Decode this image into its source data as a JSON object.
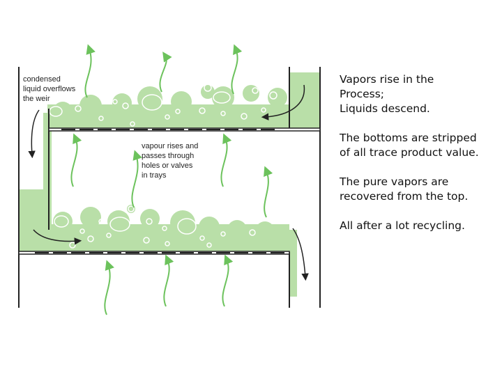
{
  "diagram": {
    "label_condensed": [
      "condensed",
      "liquid overflows",
      "the weir"
    ],
    "label_vapour": [
      "vapour rises and",
      "passes through",
      "holes or valves",
      "in trays"
    ]
  },
  "notes": [
    "Vapors rise in the\nProcess;\nLiquids descend.",
    "The bottoms are stripped\nof all trace product value.",
    "The pure vapors are\nrecovered from the top.",
    "All after a lot recycling."
  ],
  "colors": {
    "liquid": "#b9dfa8",
    "arrow_green": "#6cc25c",
    "wall": "#222222"
  }
}
